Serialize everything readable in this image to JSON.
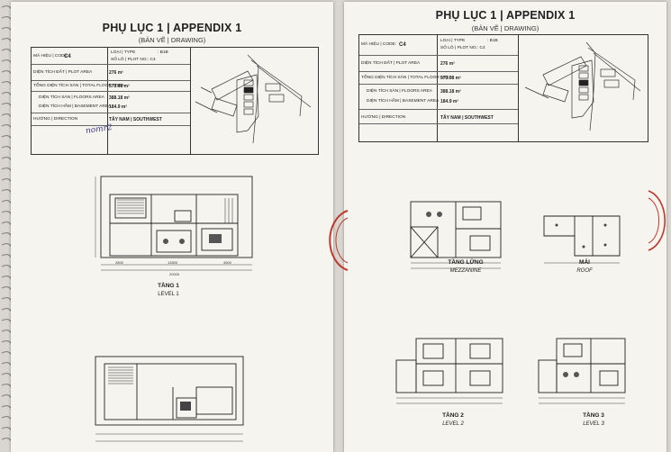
{
  "left_page": {
    "title": "PHỤ LỤC 1 | APPENDIX 1",
    "subtitle": "(BẢN VẼ | DRAWING)",
    "code_label": "MÃ HIỆU | CODE:",
    "code_value": "C4",
    "type_label": "LOẠI | TYPE",
    "type_value": ": B1B",
    "plot_no_label": "SỐ LÔ | PLOT NO.: C4",
    "plot_area_label": "DIỆN TÍCH ĐẤT | PLOT AREA",
    "plot_area_value": "276 m²",
    "total_floor_label": "TỔNG DIỆN TÍCH SÀN | TOTAL FLOOR AREA",
    "total_floor_value": "573.08 m²",
    "floors_area_label": "DIỆN TÍCH SÀN | FLOORS AREA",
    "floors_area_value": "388.18 m²",
    "basement_label": "DIỆN TÍCH HẦM | BASEMENT AREA",
    "basement_value": "184.9 m²",
    "direction_label": "HƯỚNG | DIRECTION",
    "direction_value": "TÂY NAM | SOUTHWEST",
    "signature": "nomr2",
    "level1_vn": "TẦNG 1",
    "level1_en": "LEVEL 1"
  },
  "right_page": {
    "title": "PHỤ LỤC 1 | APPENDIX 1",
    "subtitle": "(BẢN VẼ | DRAWING)",
    "code_label": "MÃ HIỆU | CODE:",
    "code_value": "C4",
    "type_label": "LOẠI | TYPE",
    "type_value": ": B1B",
    "plot_no_label": "SỐ LÔ | PLOT NO.: C4",
    "plot_area_label": "DIỆN TÍCH ĐẤT | PLOT AREA",
    "plot_area_value": "276 m²",
    "total_floor_label": "TỔNG DIỆN TÍCH SÀN | TOTAL FLOOR AREA",
    "total_floor_value": "573.08 m²",
    "floors_area_label": "DIỆN TÍCH SÀN | FLOORS AREA",
    "floors_area_value": "388.18 m²",
    "basement_label": "DIỆN TÍCH HẦM | BASEMENT AREA",
    "basement_value": "184.9 m²",
    "direction_label": "HƯỚNG | DIRECTION",
    "direction_value": "TÂY NAM | SOUTHWEST",
    "mezz_vn": "TẦNG LỬNG",
    "mezz_en": "MEZZANINE",
    "roof_vn": "MÁI",
    "roof_en": "ROOF",
    "level2_vn": "TẦNG 2",
    "level2_en": "LEVEL 2",
    "level3_vn": "TẦNG 3",
    "level3_en": "LEVEL 3"
  }
}
